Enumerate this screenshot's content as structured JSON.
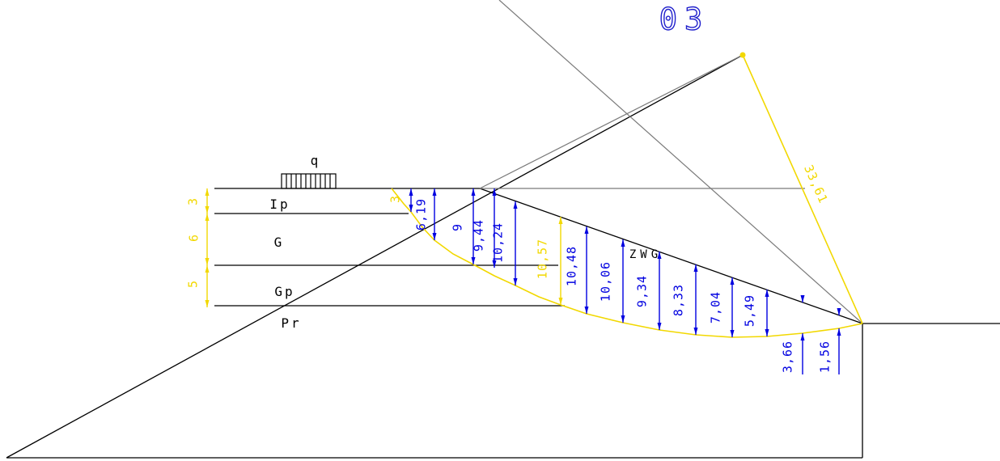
{
  "title": "03",
  "surcharge": {
    "label": "q"
  },
  "layers": [
    {
      "label": "Ip",
      "thickness_dim": "3"
    },
    {
      "label": "G",
      "thickness_dim": "6"
    },
    {
      "label": "Gp",
      "thickness_dim": "5"
    },
    {
      "label": "Pr"
    }
  ],
  "left_dims": [
    {
      "label": "3"
    },
    {
      "label": "6"
    },
    {
      "label": "5"
    }
  ],
  "water_table": {
    "label": "ZWG"
  },
  "radius": {
    "label": "33,61"
  },
  "slices": [
    {
      "label": "3"
    },
    {
      "label": "6,19"
    },
    {
      "label": "9"
    },
    {
      "label": "9,44"
    },
    {
      "label": "10,24"
    },
    {
      "label": "10,57"
    },
    {
      "label": "10,48"
    },
    {
      "label": "10,06"
    },
    {
      "label": "9,34"
    },
    {
      "label": "8,33"
    },
    {
      "label": "7,04"
    },
    {
      "label": "5,49"
    },
    {
      "label": "3,66"
    },
    {
      "label": "1,56"
    }
  ],
  "colors": {
    "dimension_blue": "#0000e0",
    "accent_yellow": "#f2e000",
    "title_blue": "#2020cc",
    "construction_gray": "#7a7a7a",
    "line_black": "#000000",
    "background": "#ffffff"
  }
}
